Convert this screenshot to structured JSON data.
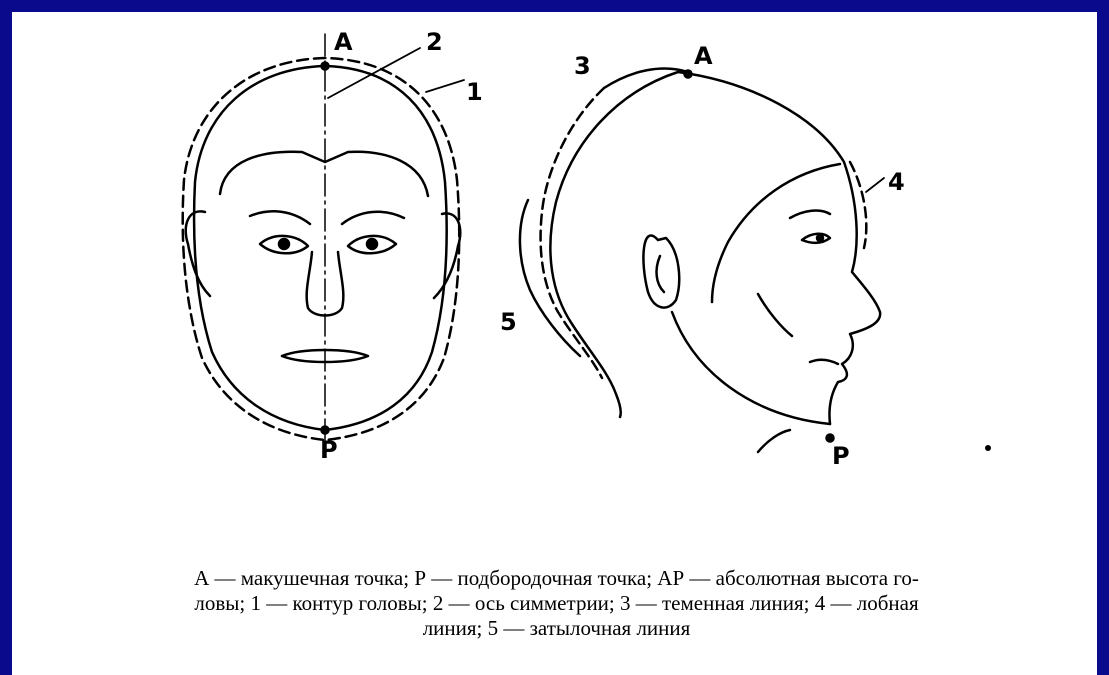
{
  "figure": {
    "labels": {
      "vertex_front": "A",
      "vertex_side": "A",
      "chin_front": "P",
      "chin_side": "P",
      "num1": "1",
      "num2": "2",
      "num3": "3",
      "num4": "4",
      "num5": "5"
    },
    "colors": {
      "background": "#0a0a8c",
      "panel": "#ffffff",
      "ink": "#000000"
    }
  },
  "caption": {
    "line1": "А — макушечная точка; Р — подбородочная точка; АР — абсолютная высота го-",
    "line2": "ловы; 1 — контур головы; 2 — ось симметрии; 3 — теменная линия; 4 — лобная",
    "line3": "линия; 5 — затылочная линия"
  }
}
